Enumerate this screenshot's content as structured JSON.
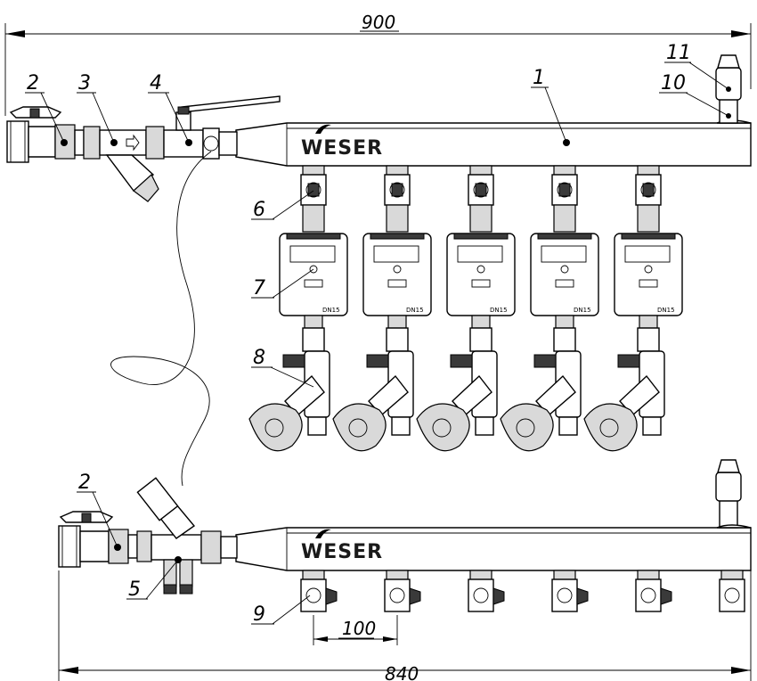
{
  "dimensions": {
    "top_width": "900",
    "bottom_width": "840",
    "pitch": "100"
  },
  "brand": "WESER",
  "meter_size_label": "DN15",
  "meter_count": 5,
  "callouts": [
    "1",
    "2",
    "3",
    "4",
    "2",
    "5",
    "6",
    "7",
    "8",
    "9",
    "10",
    "11"
  ]
}
